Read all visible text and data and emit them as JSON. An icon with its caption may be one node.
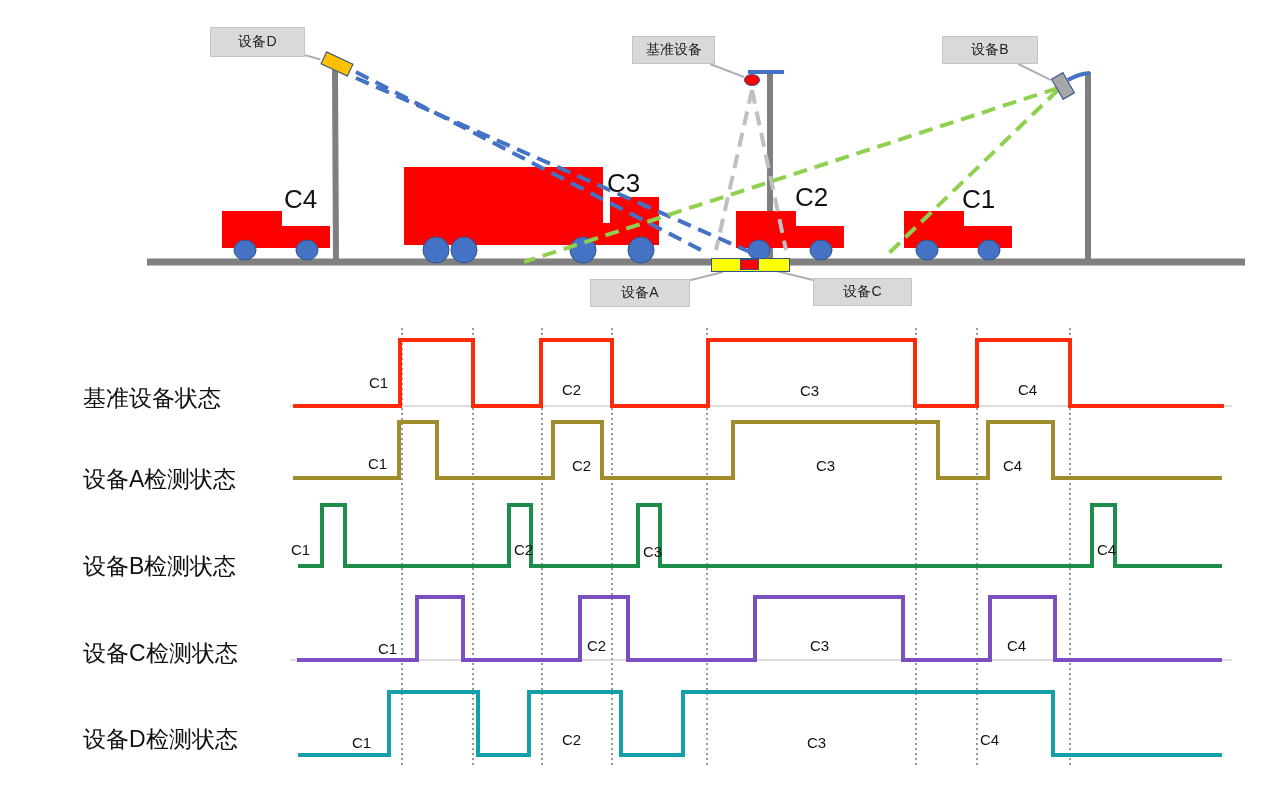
{
  "diagram": {
    "nodes": [
      {
        "text": [
          "设备D"
        ]
      },
      {
        "text": [],
        "shape": "box"
      },
      {
        "text": [
          "基准设备"
        ]
      },
      {
        "text": [],
        "shape": "circle"
      },
      {
        "text": [
          "设备B"
        ]
      },
      {
        "text": [],
        "shape": "box"
      },
      {
        "text": [
          "设备A"
        ]
      },
      {
        "text": [],
        "shape": "bar"
      },
      {
        "text": [
          "设备C"
        ]
      },
      {
        "text": [],
        "shape": "box",
        "in": 7
      }
    ],
    "edges": [
      {
        "from": 0,
        "to": 1,
        "arrow": "none"
      },
      {
        "from": 2,
        "to": 3,
        "arrow": "none"
      },
      {
        "from": 4,
        "to": 5,
        "arrow": "none"
      },
      {
        "from": 6,
        "to": 7,
        "arrow": "none"
      },
      {
        "from": 8,
        "to": 9,
        "arrow": "none"
      }
    ],
    "labels": [
      "C4",
      "C3",
      "C2",
      "C1",
      "基准设备状态",
      "C1",
      "C2",
      "C3",
      "C4",
      "设备A检测状态",
      "C1",
      "C2",
      "C3",
      "C4",
      "设备B检测状态",
      "C1",
      "C2",
      "C3",
      "C4",
      "设备C检测状态",
      "C1",
      "C2",
      "C3",
      "C4",
      "设备D检测状态",
      "C1",
      "C2",
      "C3",
      "C4"
    ]
  }
}
